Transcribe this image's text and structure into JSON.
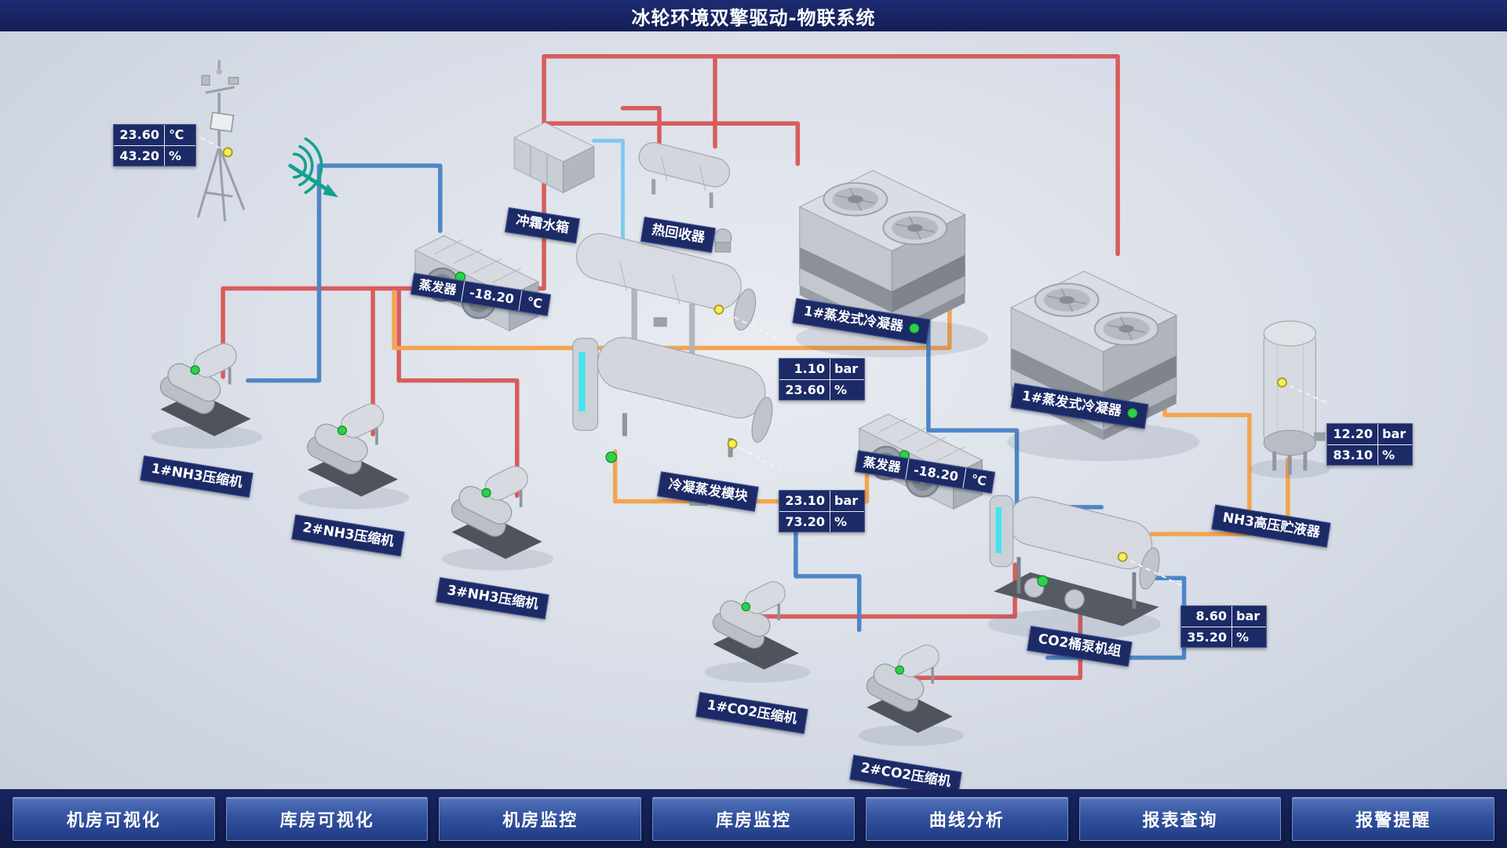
{
  "header": {
    "title": "冰轮环境双擎驱动-物联系统"
  },
  "weather_station": {
    "temperature": "23.60",
    "temperature_unit": "℃",
    "humidity": "43.20",
    "humidity_unit": "%"
  },
  "labels": {
    "defrost_water_tank": "冲霜水箱",
    "heat_recovery_unit": "热回收器",
    "evaporator1": "蒸发器",
    "evaporator1_temp": "-18.20",
    "evaporator1_temp_unit": "℃",
    "evaporator2": "蒸发器",
    "evaporator2_temp": "-18.20",
    "evaporator2_temp_unit": "℃",
    "evap_condenser_1": "1#蒸发式冷凝器",
    "evap_condenser_2": "1#蒸发式冷凝器",
    "condensing_evap_module": "冷凝蒸发模块",
    "nh3_hp_receiver": "NH3高压贮液器",
    "co2_pump_unit": "CO2桶泵机组",
    "nh3_compressor_1": "1#NH3压缩机",
    "nh3_compressor_2": "2#NH3压缩机",
    "nh3_compressor_3": "3#NH3压缩机",
    "co2_compressor_1": "1#CO2压缩机",
    "co2_compressor_2": "2#CO2压缩机"
  },
  "readings": {
    "separator": {
      "pressure": "1.10",
      "pressure_unit": "bar",
      "level": "23.60",
      "level_unit": "%"
    },
    "condensing_evap_module": {
      "pressure": "23.10",
      "pressure_unit": "bar",
      "level": "73.20",
      "level_unit": "%"
    },
    "nh3_receiver": {
      "pressure": "12.20",
      "pressure_unit": "bar",
      "level": "83.10",
      "level_unit": "%"
    },
    "co2_pump_unit": {
      "pressure": "8.60",
      "pressure_unit": "bar",
      "level": "35.20",
      "level_unit": "%"
    }
  },
  "nav": {
    "items": [
      "机房可视化",
      "库房可视化",
      "机房监控",
      "库房监控",
      "曲线分析",
      "报表查询",
      "报警提醒"
    ]
  }
}
